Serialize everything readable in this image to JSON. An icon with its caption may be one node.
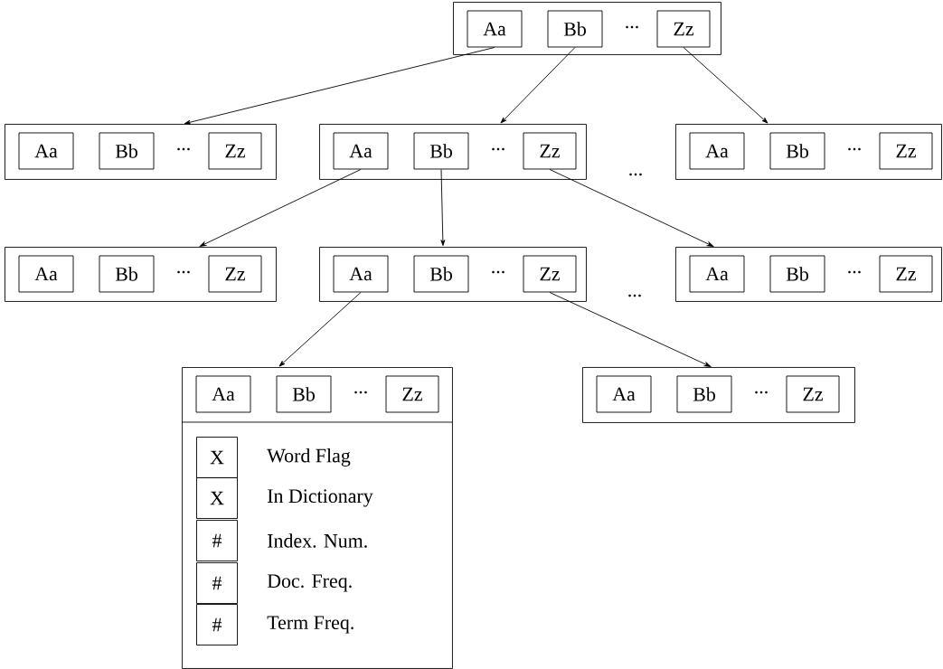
{
  "diagram": {
    "nodes": [
      {
        "text": [
          "..."
        ]
      },
      {
        "text": [
          "Aa"
        ],
        "in": 0
      },
      {
        "text": [
          "Bb"
        ],
        "in": 0
      },
      {
        "text": [
          "Zz"
        ],
        "in": 0
      },
      {
        "text": [
          "..."
        ]
      },
      {
        "text": [
          "Aa"
        ],
        "in": 4
      },
      {
        "text": [
          "Bb"
        ],
        "in": 4
      },
      {
        "text": [
          "Zz"
        ],
        "in": 4
      },
      {
        "text": [
          "..."
        ]
      },
      {
        "text": [
          "Aa"
        ],
        "in": 8
      },
      {
        "text": [
          "Bb"
        ],
        "in": 8
      },
      {
        "text": [
          "Zz"
        ],
        "in": 8
      },
      {
        "text": [
          "..."
        ]
      },
      {
        "text": [
          "Aa"
        ],
        "in": 12
      },
      {
        "text": [
          "Bb"
        ],
        "in": 12
      },
      {
        "text": [
          "Zz"
        ],
        "in": 12
      },
      {
        "text": [
          "..."
        ]
      },
      {
        "text": [
          "Aa"
        ],
        "in": 16
      },
      {
        "text": [
          "Bb"
        ],
        "in": 16
      },
      {
        "text": [
          "Zz"
        ],
        "in": 16
      },
      {
        "text": [
          "..."
        ]
      },
      {
        "text": [
          "Aa"
        ],
        "in": 20
      },
      {
        "text": [
          "Bb"
        ],
        "in": 20
      },
      {
        "text": [
          "Zz"
        ],
        "in": 20
      },
      {
        "text": [
          "..."
        ]
      },
      {
        "text": [
          "Aa"
        ],
        "in": 24
      },
      {
        "text": [
          "Bb"
        ],
        "in": 24
      },
      {
        "text": [
          "Zz"
        ],
        "in": 24
      },
      {
        "text": [
          "..."
        ]
      },
      {
        "text": [
          "Aa"
        ],
        "in": 28
      },
      {
        "text": [
          "Bb"
        ],
        "in": 28
      },
      {
        "text": [
          "Zz"
        ],
        "in": 28
      },
      {
        "text": [
          "X"
        ],
        "in": 28,
        "beside": [
          "Word Flag"
        ]
      },
      {
        "text": [
          "X"
        ],
        "in": 28,
        "beside": [
          "In Dictionary"
        ]
      },
      {
        "text": [
          "#"
        ],
        "in": 28,
        "beside": [
          "Index. Num."
        ]
      },
      {
        "text": [
          "#"
        ],
        "in": 28,
        "beside": [
          "Doc. Freq."
        ]
      },
      {
        "text": [
          "#"
        ],
        "in": 28,
        "beside": [
          "Term Freq."
        ]
      },
      {
        "text": [
          "..."
        ]
      },
      {
        "text": [
          "Aa"
        ],
        "in": 37
      },
      {
        "text": [
          "Bb"
        ],
        "in": 37
      },
      {
        "text": [
          "Zz"
        ],
        "in": 37
      }
    ],
    "edges": [
      {
        "from": 1,
        "to": 4,
        "arrow": "to"
      },
      {
        "from": 2,
        "to": 8,
        "arrow": "to"
      },
      {
        "from": 3,
        "to": 12,
        "arrow": "to"
      },
      {
        "from": 9,
        "to": 16,
        "arrow": "to"
      },
      {
        "from": 10,
        "to": 20,
        "arrow": "to"
      },
      {
        "from": 11,
        "to": 24,
        "arrow": "to"
      },
      {
        "from": 21,
        "to": 28,
        "arrow": "to"
      },
      {
        "from": 23,
        "to": 37,
        "arrow": "to"
      }
    ],
    "labels": [
      "...",
      "..."
    ]
  }
}
